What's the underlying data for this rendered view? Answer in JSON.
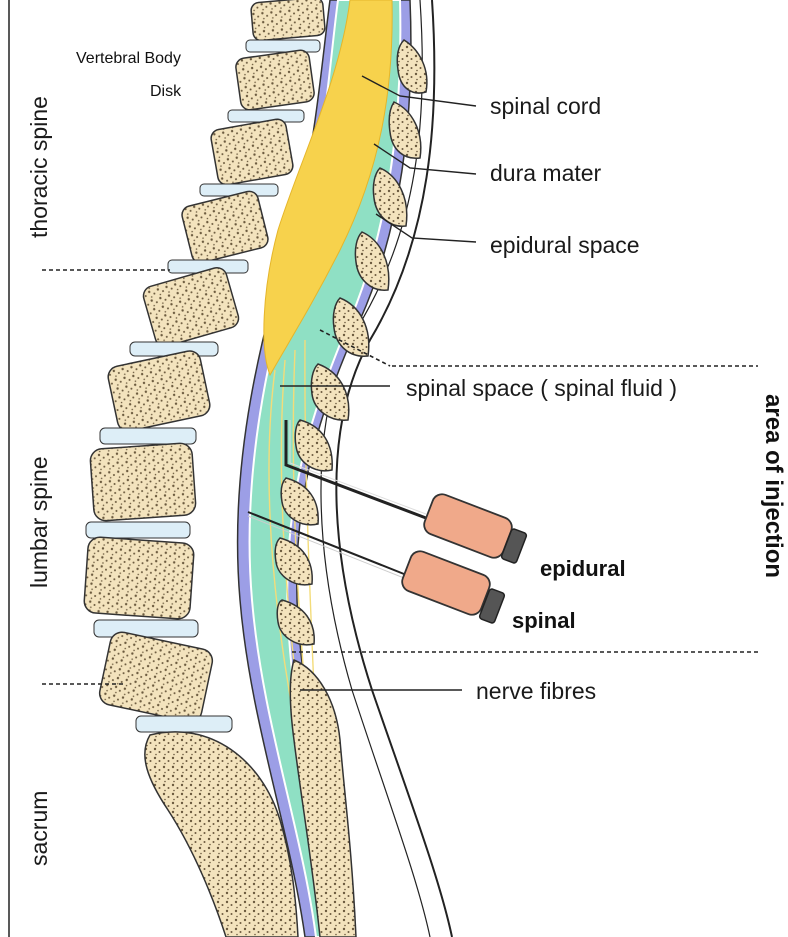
{
  "regions": {
    "thoracic": "thoracic spine",
    "lumbar": "lumbar spine",
    "sacrum": "sacrum"
  },
  "top_labels": {
    "vertebral_body": "Vertebral Body",
    "disk": "Disk"
  },
  "callouts": {
    "spinal_cord": "spinal cord",
    "dura_mater": "dura mater",
    "epidural_space": "epidural space",
    "spinal_space": "spinal space ( spinal fluid )",
    "nerve_fibres": "nerve fibres"
  },
  "needles": {
    "epidural": "epidural",
    "spinal": "spinal"
  },
  "area_of_injection": "area of injection",
  "colors": {
    "bone": "#f3e3bd",
    "bone_speckle": "#6b5a3e",
    "disc": "#ddeef7",
    "dura": "#9c9ee6",
    "csf": "#8fe0c4",
    "cord": "#f7d24c",
    "syringe": "#f0a98a",
    "syringe_dark": "#2b2b2b"
  }
}
